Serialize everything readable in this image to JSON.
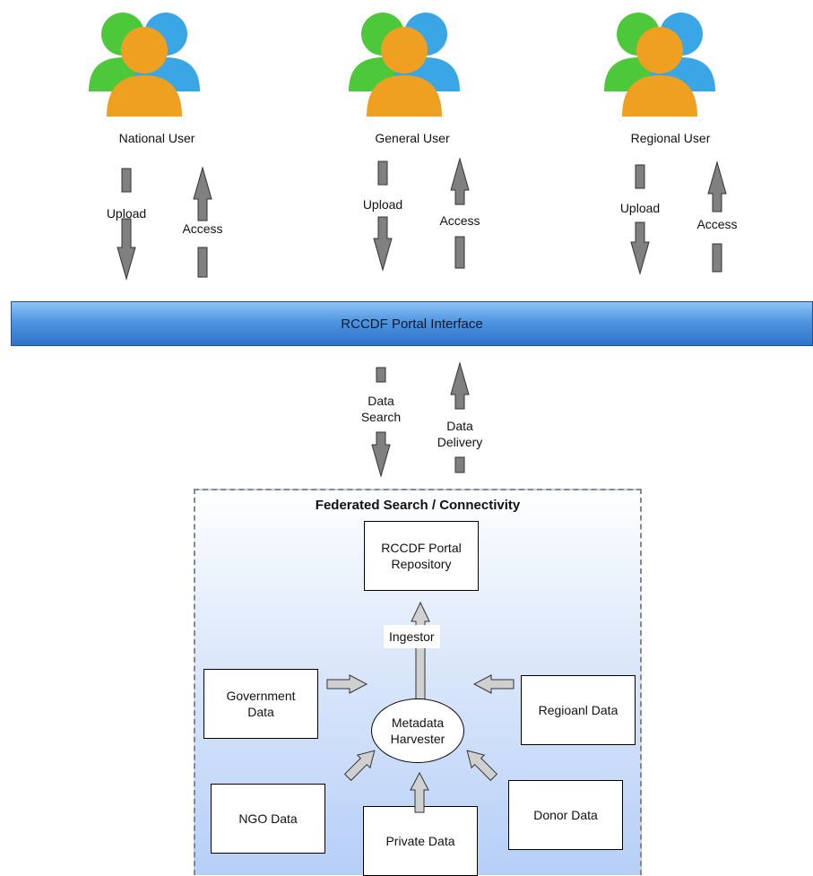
{
  "users": [
    {
      "name": "National User",
      "upload_label": "Upload",
      "access_label": "Access"
    },
    {
      "name": "General User",
      "upload_label": "Upload",
      "access_label": "Access"
    },
    {
      "name": "Regional User",
      "upload_label": "Upload",
      "access_label": "Access"
    }
  ],
  "portal": {
    "label": "RCCDF Portal Interface"
  },
  "portal_links": {
    "search_label_line1": "Data",
    "search_label_line2": "Search",
    "delivery_label_line1": "Data",
    "delivery_label_line2": "Delivery"
  },
  "federated": {
    "title": "Federated Search / Connectivity",
    "repository_line1": "RCCDF Portal",
    "repository_line2": "Repository",
    "ingestor": "Ingestor",
    "harvester_line1": "Metadata",
    "harvester_line2": "Harvester",
    "sources": {
      "government_line1": "Government",
      "government_line2": "Data",
      "regional": "Regioanl Data",
      "ngo": "NGO Data",
      "private": "Private Data",
      "donor": "Donor Data"
    }
  },
  "colors": {
    "user_green": "#4cc83a",
    "user_blue": "#3aa6e6",
    "user_orange": "#f0a020",
    "portal_blue": "#3f86d8",
    "arrow_dark": "#808080",
    "arrow_light": "#d0d0d0"
  }
}
